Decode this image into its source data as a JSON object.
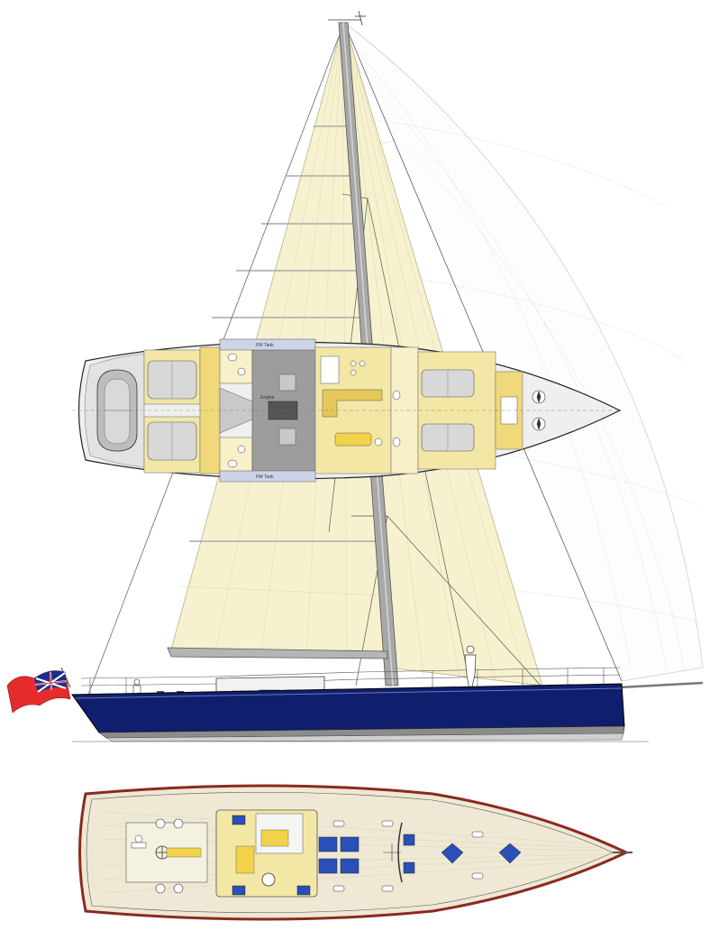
{
  "drawing": {
    "labels": {
      "tank_upper": "FW Tank",
      "tank_lower": "FW Tank",
      "engine": "Engine"
    },
    "colors": {
      "background": "#ffffff",
      "hull_topsides": "#0f1f6e",
      "hull_boot_stripe": "#8c8c8c",
      "sail_cream": "#f6f2cf",
      "interior_yellow": "#f3e7a6",
      "interior_grey": "#bdbdbd",
      "deck_teak": "#eee8d4",
      "sheer_line": "#8a2a1f",
      "ensign_red": "#e52b2b",
      "ensign_blue": "#1b2e8c",
      "mast_grey": "#9a9a9a",
      "window_blue": "#2a4fb8"
    },
    "icons": [
      "red-ensign-flag",
      "tender-dinghy-icon",
      "compass-rose-icon",
      "steering-wheel-icon",
      "winch-icon",
      "hatch-icon",
      "figure-silhouette-icon"
    ]
  }
}
